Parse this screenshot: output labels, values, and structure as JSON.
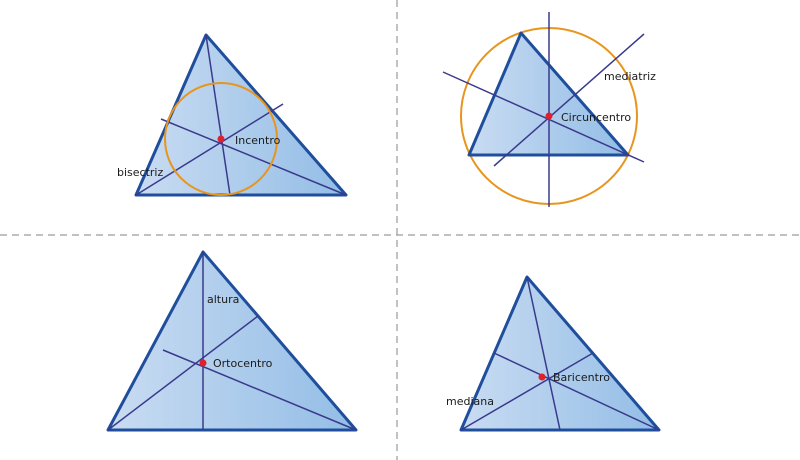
{
  "colors": {
    "triangle_stroke": "#1f4e9c",
    "triangle_fill_light": "#c9dcf2",
    "triangle_fill_dark": "#93bde6",
    "lines": "#3a3a8c",
    "circle": "#e8951e",
    "point": "#e0202a",
    "divider": "#9a9a9a"
  },
  "panels": {
    "incentro": {
      "point_label": "Incentro",
      "line_label": "bisectriz"
    },
    "circuncentro": {
      "point_label": "Circuncentro",
      "line_label": "mediatriz"
    },
    "ortocentro": {
      "point_label": "Ortocentro",
      "line_label": "altura"
    },
    "baricentro": {
      "point_label": "Baricentro",
      "line_label": "mediana"
    }
  }
}
